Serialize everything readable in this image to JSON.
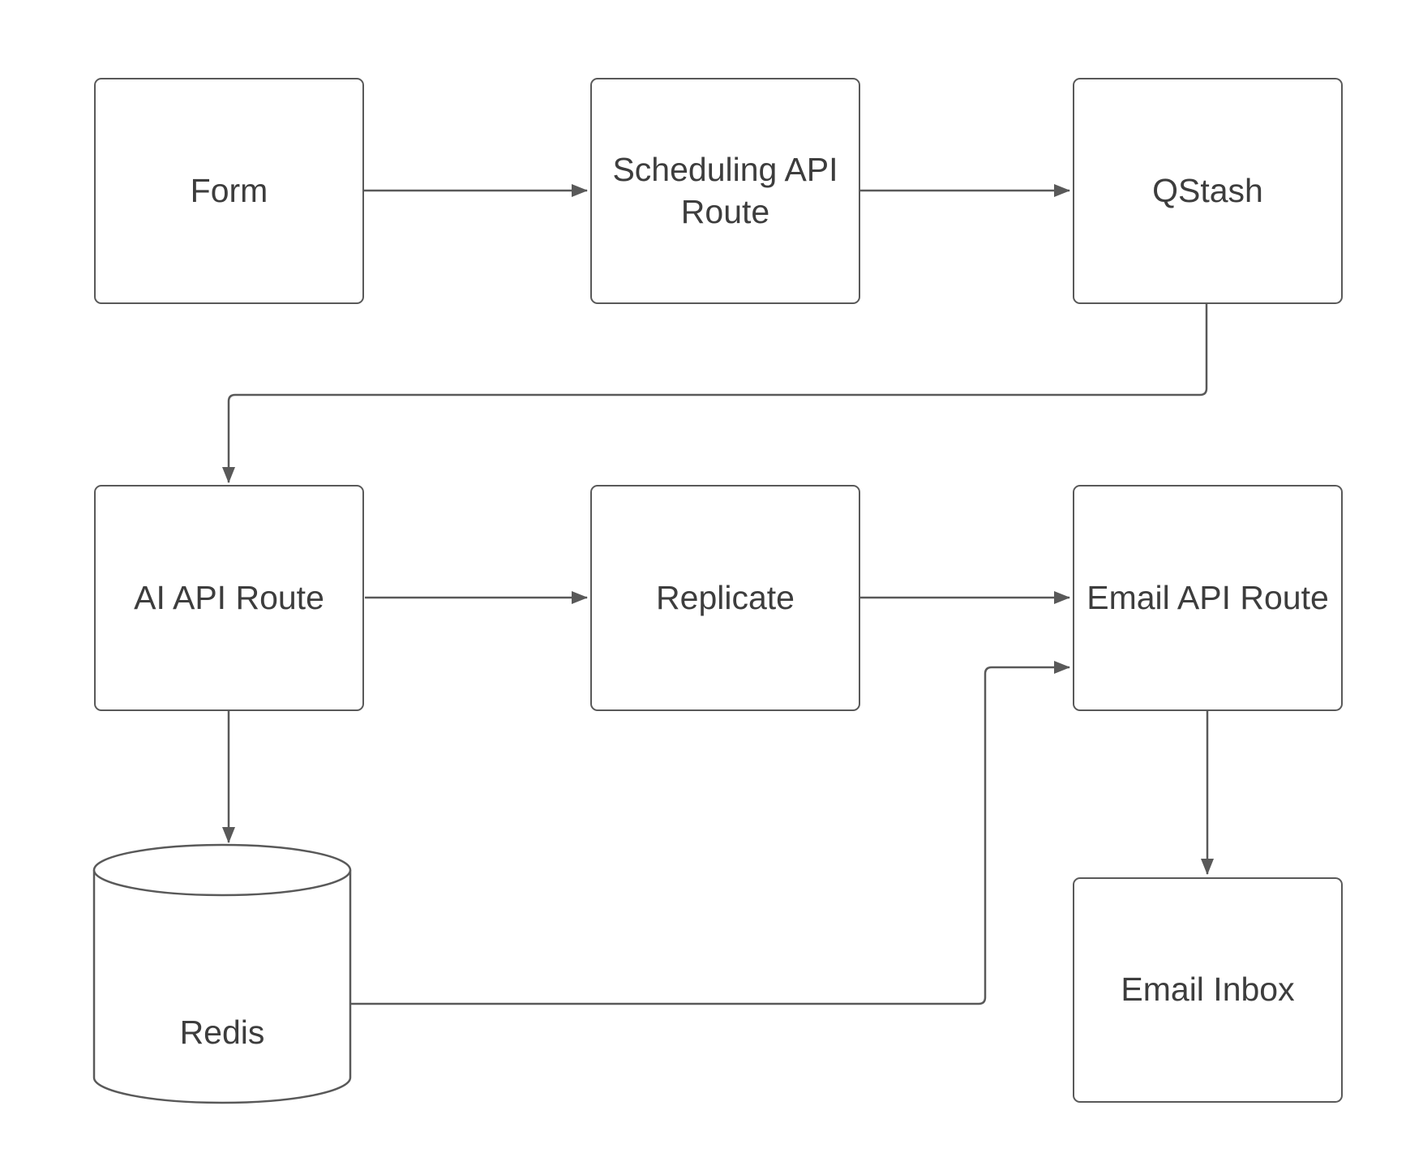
{
  "diagram": {
    "background_color": "#ffffff",
    "stroke_color": "#595959",
    "text_color": "#3d3d3d",
    "nodes": {
      "form": {
        "label": "Form",
        "shape": "rectangle"
      },
      "scheduling": {
        "label": "Scheduling API Route",
        "shape": "rectangle"
      },
      "qstash": {
        "label": "QStash",
        "shape": "rectangle"
      },
      "ai_api_route": {
        "label": "AI API Route",
        "shape": "rectangle"
      },
      "replicate": {
        "label": "Replicate",
        "shape": "rectangle"
      },
      "email_api_route": {
        "label": "Email API Route",
        "shape": "rectangle"
      },
      "redis": {
        "label": "Redis",
        "shape": "cylinder"
      },
      "email_inbox": {
        "label": "Email Inbox",
        "shape": "rectangle"
      }
    },
    "edges": [
      {
        "from": "form",
        "to": "scheduling_api_route"
      },
      {
        "from": "scheduling_api_route",
        "to": "qstash"
      },
      {
        "from": "qstash",
        "to": "ai_api_route"
      },
      {
        "from": "ai_api_route",
        "to": "replicate"
      },
      {
        "from": "replicate",
        "to": "email_api_route"
      },
      {
        "from": "ai_api_route",
        "to": "redis"
      },
      {
        "from": "redis",
        "to": "email_api_route"
      },
      {
        "from": "email_api_route",
        "to": "email_inbox"
      }
    ]
  }
}
